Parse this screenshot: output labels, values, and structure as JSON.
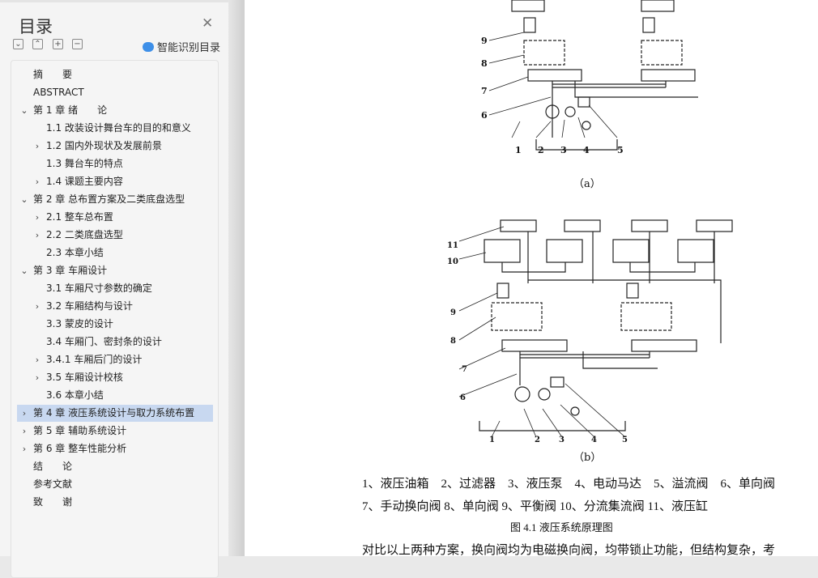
{
  "sidebar": {
    "title": "目录",
    "smart_label": "智能识别目录",
    "toolbar": {
      "expand": "⌄",
      "collapse": "⌃",
      "plus": "+",
      "minus": "−"
    },
    "items": [
      {
        "label": "摘　　要",
        "level": 0,
        "chev": ""
      },
      {
        "label": "ABSTRACT",
        "level": 0,
        "chev": ""
      },
      {
        "label": "第 1 章  绪　　论",
        "level": 0,
        "chev": "down"
      },
      {
        "label": "1.1  改装设计舞台车的目的和意义",
        "level": 1,
        "chev": ""
      },
      {
        "label": "1.2  国内外现状及发展前景",
        "level": 1,
        "chev": "right"
      },
      {
        "label": "1.3  舞台车的特点",
        "level": 1,
        "chev": ""
      },
      {
        "label": "1.4 课题主要内容",
        "level": 1,
        "chev": "right"
      },
      {
        "label": "第 2 章  总布置方案及二类底盘选型",
        "level": 0,
        "chev": "down"
      },
      {
        "label": "2.1  整车总布置",
        "level": 1,
        "chev": "right"
      },
      {
        "label": "2.2  二类底盘选型",
        "level": 1,
        "chev": "right"
      },
      {
        "label": "2.3  本章小结",
        "level": 1,
        "chev": ""
      },
      {
        "label": "第 3 章  车厢设计",
        "level": 0,
        "chev": "down"
      },
      {
        "label": "3.1  车厢尺寸参数的确定",
        "level": 1,
        "chev": ""
      },
      {
        "label": "3.2  车厢结构与设计",
        "level": 1,
        "chev": "right"
      },
      {
        "label": "3.3  蒙皮的设计",
        "level": 1,
        "chev": ""
      },
      {
        "label": "3.4  车厢门、密封条的设计",
        "level": 1,
        "chev": ""
      },
      {
        "label": "3.4.1  车厢后门的设计",
        "level": 1,
        "chev": "right"
      },
      {
        "label": "3.5  车厢设计校核",
        "level": 1,
        "chev": "right"
      },
      {
        "label": "3.6  本章小结",
        "level": 1,
        "chev": ""
      },
      {
        "label": "第 4 章  液压系统设计与取力系统布置",
        "level": 0,
        "chev": "right",
        "selected": true
      },
      {
        "label": "第 5 章  辅助系统设计",
        "level": 0,
        "chev": "right"
      },
      {
        "label": "第  6  章  整车性能分析",
        "level": 0,
        "chev": "right"
      },
      {
        "label": "结　　论",
        "level": 0,
        "chev": ""
      },
      {
        "label": "参考文献",
        "level": 0,
        "chev": ""
      },
      {
        "label": "致　　谢",
        "level": 0,
        "chev": ""
      }
    ]
  },
  "document": {
    "diagram_a": {
      "caption": "（a）",
      "side_labels": [
        "9",
        "8",
        "7",
        "6"
      ],
      "bottom_labels": [
        "1",
        "2",
        "3",
        "4",
        "5"
      ]
    },
    "diagram_b": {
      "caption": "（b）",
      "side_labels": [
        "11",
        "10",
        "9",
        "8",
        "7",
        "6"
      ],
      "bottom_labels": [
        "1",
        "2",
        "3",
        "4",
        "5"
      ]
    },
    "legend_line1": "1、液压油箱　2、过滤器　3、液压泵　4、电动马达　5、溢流阀　6、单向阀",
    "legend_line2": "7、手动换向阀  8、单向阀  9、平衡阀  10、分流集流阀  11、液压缸",
    "figure_caption": "图 4.1  液压系统原理图",
    "body_text": "对比以上两种方案，换向阀均为电磁换向阀，均带锁止功能，但结构复杂，考"
  }
}
